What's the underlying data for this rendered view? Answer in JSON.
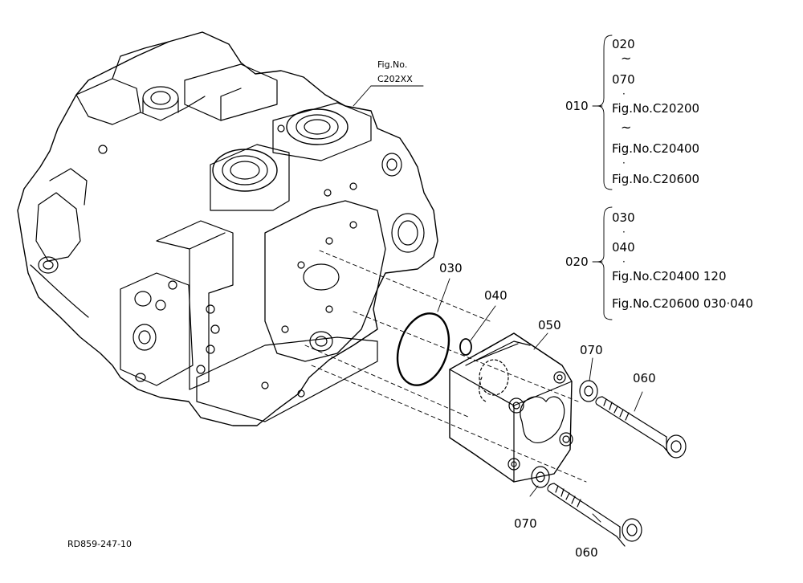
{
  "fig_ref": {
    "line1": "Fig.No.",
    "line2": "C202XX"
  },
  "callouts": {
    "p010": "010",
    "p020": "020",
    "p030": "030",
    "p040": "040",
    "p050": "050",
    "p060a": "060",
    "p060b": "060",
    "p070a": "070",
    "p070b": "070"
  },
  "legend_010": {
    "items": [
      "020",
      "~",
      "070",
      "·",
      "Fig.No.C20200",
      "~",
      "Fig.No.C20400",
      "·",
      "Fig.No.C20600"
    ]
  },
  "legend_020": {
    "items": [
      "030",
      "·",
      "040",
      "·",
      "Fig.No.C20400  120",
      "Fig.No.C20600  030·040"
    ]
  },
  "drawing_code": "RD859-247-10"
}
